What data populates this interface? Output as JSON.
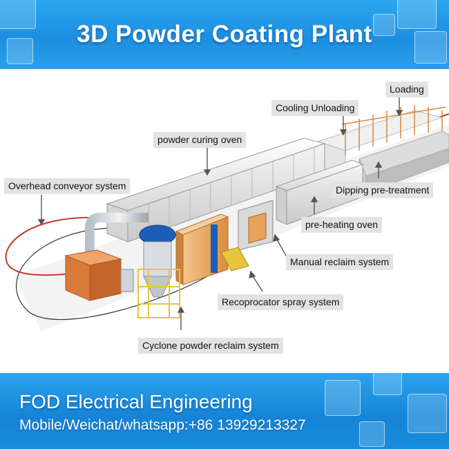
{
  "header": {
    "title": "3D Powder Coating Plant"
  },
  "labels": {
    "loading": "Loading",
    "cooling_unloading": "Cooling Unloading",
    "powder_curing_oven": "powder curing oven",
    "overhead_conveyor": "Overhead conveyor system",
    "dipping_pretreatment": "Dipping pre-treatment",
    "preheating_oven": "pre-heating oven",
    "manual_reclaim": "Manual reclaim system",
    "reciprocator_spray": "Recoprocator spray system",
    "cyclone_reclaim": "Cyclone powder reclaim system"
  },
  "footer": {
    "company": "FOD Electrical Engineering",
    "contact": "Mobile/Weichat/whatsapp:+86 13929213327"
  },
  "colors": {
    "header_blue": "#1c8fe0",
    "conveyor": "#c0392b",
    "oven_panel": "#f2f2f2",
    "spray_booth": "#e8a25a",
    "cyclone_blue": "#1c5db8",
    "support_yellow": "#e8c43a",
    "furnace_orange": "#d97a3a"
  }
}
